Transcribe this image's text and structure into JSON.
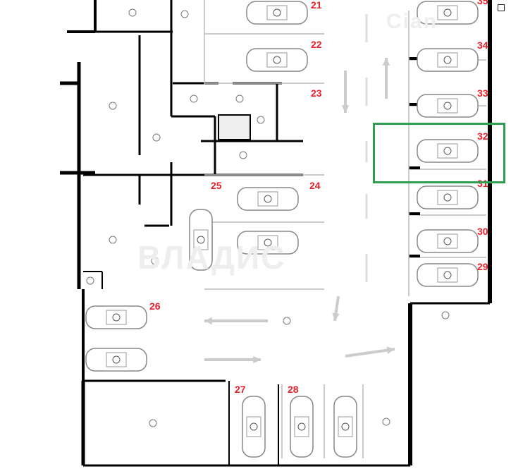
{
  "title": "Parking floor plan",
  "highlight": {
    "spot": "32",
    "color": "#2e9e4f"
  },
  "label_color": "#e8202a",
  "watermarks": {
    "left": "ВЛАДИС",
    "top_right": "Cian"
  },
  "spots": [
    "35",
    "34",
    "33",
    "32",
    "31",
    "30",
    "29",
    "21",
    "22",
    "23",
    "24",
    "25",
    "26",
    "27",
    "28"
  ]
}
